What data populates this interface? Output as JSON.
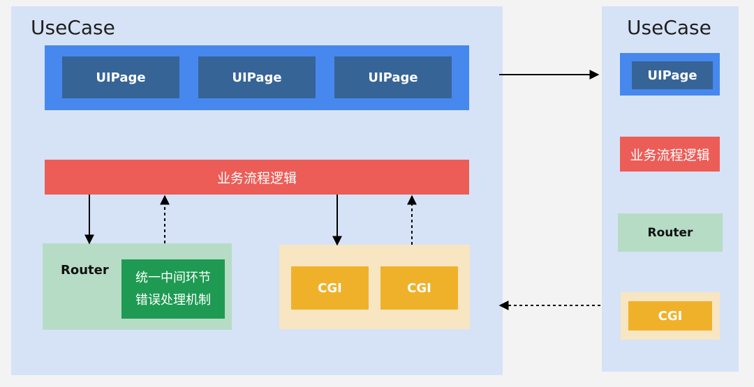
{
  "left": {
    "title": "UseCase",
    "uipages": [
      "UIPage",
      "UIPage",
      "UIPage"
    ],
    "business_logic": "业务流程逻辑",
    "router": {
      "label": "Router",
      "mechanism_line1": "统一中间环节",
      "mechanism_line2": "错误处理机制"
    },
    "cgis": [
      "CGI",
      "CGI"
    ]
  },
  "right": {
    "title": "UseCase",
    "uipage": "UIPage",
    "business_logic": "业务流程逻辑",
    "router": "Router",
    "cgi": "CGI"
  },
  "colors": {
    "panel": "#d6e3f6",
    "uipage_strip": "#4788ee",
    "uipage": "#366496",
    "business_logic": "#ec5d57",
    "router": "#b6dcc6",
    "mechanism": "#1e9a52",
    "cgi_container": "#f8e6c2",
    "cgi": "#f0b12a"
  }
}
